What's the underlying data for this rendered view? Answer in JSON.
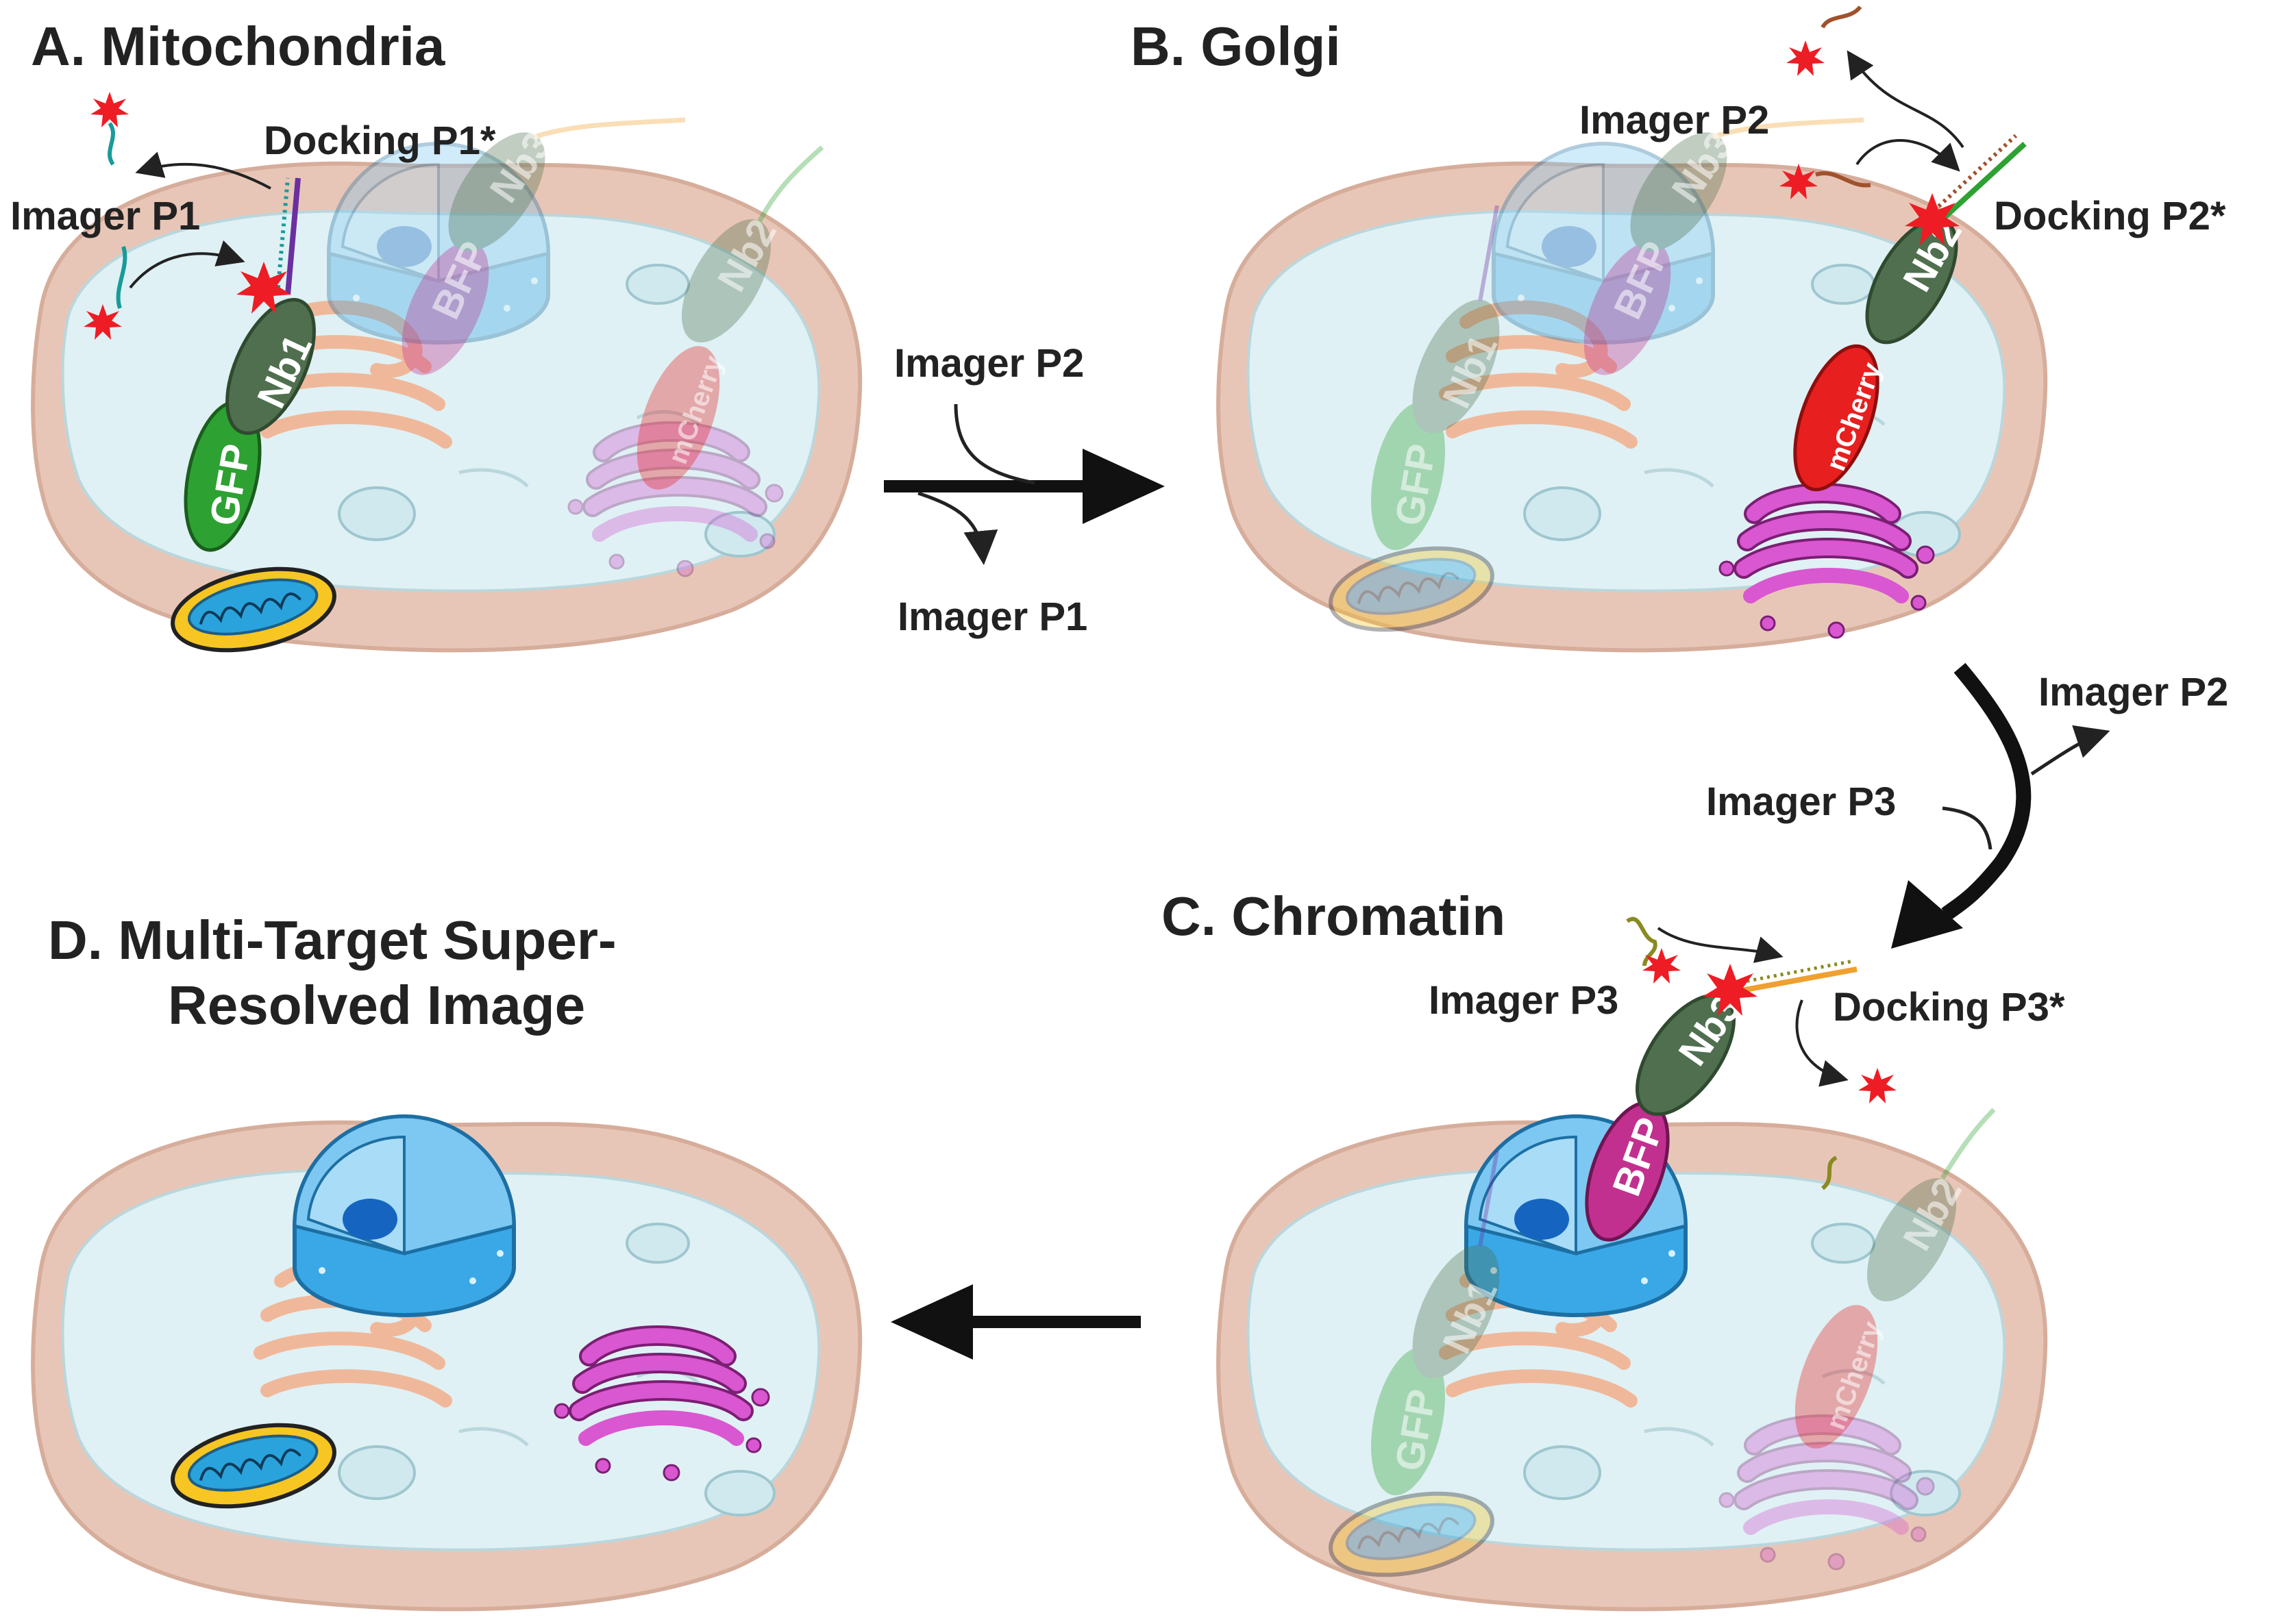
{
  "panels": {
    "a": {
      "title": "A. Mitochondria",
      "imager": "Imager P1",
      "docking": "Docking P1*"
    },
    "b": {
      "title": "B. Golgi",
      "imager": "Imager P2",
      "docking": "Docking P2*"
    },
    "c": {
      "title": "C. Chromatin",
      "imager": "Imager P3",
      "docking": "Docking P3*"
    },
    "d": {
      "title_line1": "D. Multi-Target Super-",
      "title_line2": "Resolved Image"
    }
  },
  "proteins": {
    "gfp": "GFP",
    "bfp": "BFP",
    "mcherry": "mCherry",
    "nb1": "Nb1",
    "nb2": "Nb2",
    "nb3": "Nb3"
  },
  "transitions": {
    "ab": {
      "in": "Imager P2",
      "out": "Imager P1"
    },
    "bc": {
      "in": "Imager P3",
      "out": "Imager P2"
    }
  },
  "colors": {
    "cell_body": "#e8c6b7",
    "cytoplasm": "#dff1f4",
    "nucleus": "#3aa8e6",
    "golgi": "#d957d0",
    "mitochondria": "#f7c623",
    "gfp": "#2ea133",
    "nb": "#4f6f4f",
    "bfp": "#c2308f",
    "mcherry": "#e81f1f",
    "star": "#ee1c24"
  }
}
